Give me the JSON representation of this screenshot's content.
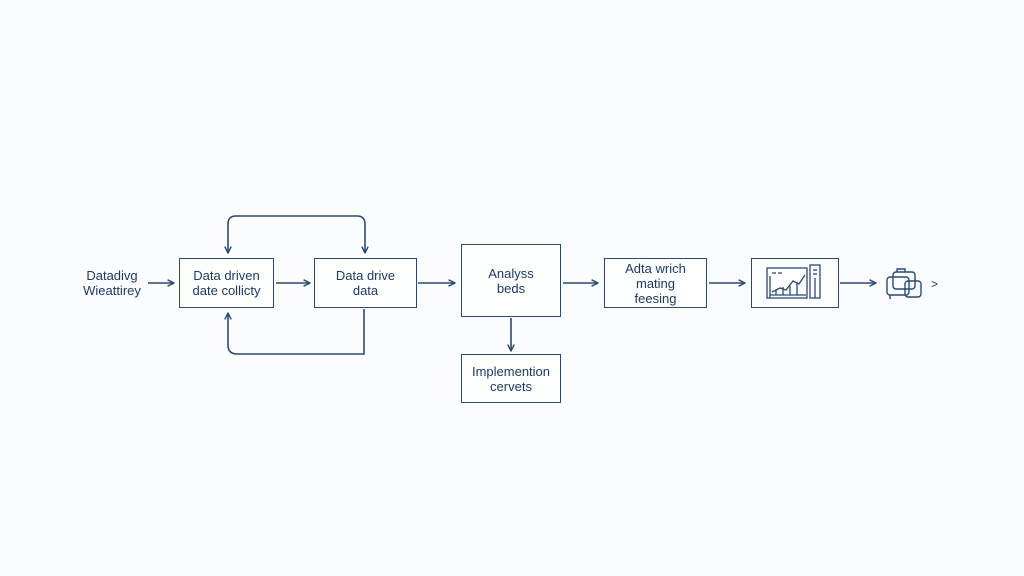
{
  "diagram": {
    "accent_color": "#2a4a75",
    "background_color": "#fbfcfd",
    "start_label": {
      "lines": [
        "Datadivg",
        "Wieattirey"
      ]
    },
    "nodes": {
      "collect": {
        "lines": [
          "Data driven",
          "date collicty"
        ]
      },
      "drive": {
        "lines": [
          "Data drive",
          "data"
        ]
      },
      "analysis": {
        "lines": [
          "Analyss",
          "beds"
        ]
      },
      "matching": {
        "lines": [
          "Adta wrich",
          "mating",
          "feesing"
        ]
      },
      "implementation": {
        "lines": [
          "Implemention",
          "cervets"
        ]
      },
      "chart_node": {
        "icon": "bar-line-chart-icon"
      },
      "end_node": {
        "icon": "cloud-devices-icon",
        "suffix": ">"
      }
    }
  }
}
